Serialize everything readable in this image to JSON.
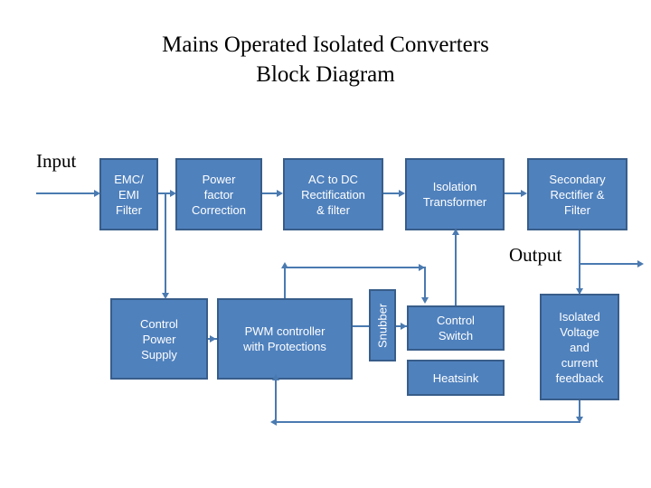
{
  "diagram": {
    "title": "Mains Operated Isolated Converters\nBlock Diagram",
    "labels": {
      "input": "Input",
      "output": "Output"
    },
    "colors": {
      "block_fill": "#4f81bd",
      "block_border": "#385d8a",
      "connector": "#4a7ab0",
      "block_text": "#ffffff",
      "label_text": "#000000",
      "background": "#ffffff"
    },
    "blocks": [
      {
        "id": "emc-emi-filter",
        "label": "EMC/\nEMI\nFilter"
      },
      {
        "id": "power-factor-correction",
        "label": "Power\nfactor\nCorrection"
      },
      {
        "id": "ac-to-dc-rectification",
        "label": "AC to DC\nRectification\n& filter"
      },
      {
        "id": "isolation-transformer",
        "label": "Isolation\nTransformer"
      },
      {
        "id": "secondary-rectifier-filter",
        "label": "Secondary\nRectifier &\nFilter"
      },
      {
        "id": "control-power-supply",
        "label": "Control\nPower\nSupply"
      },
      {
        "id": "pwm-controller",
        "label": "PWM controller\nwith Protections"
      },
      {
        "id": "snubber",
        "label": "Snubber"
      },
      {
        "id": "control-switch",
        "label": "Control\nSwitch"
      },
      {
        "id": "heatsink",
        "label": "Heatsink"
      },
      {
        "id": "isolated-feedback",
        "label": "Isolated\nVoltage\nand\ncurrent\nfeedback"
      }
    ]
  }
}
